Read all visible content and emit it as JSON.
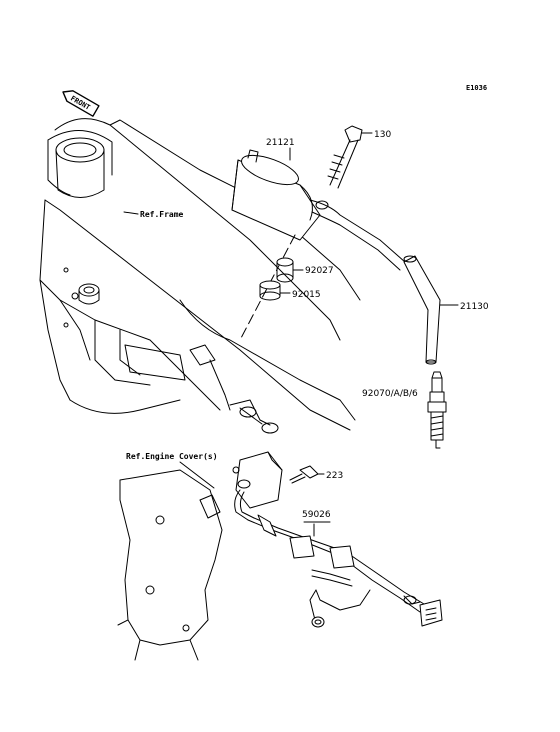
{
  "diagram_code": "E1036",
  "front_label": "FRONT",
  "refs": {
    "frame": "Ref.Frame",
    "engine_cover": "Ref.Engine Cover(s)"
  },
  "parts": {
    "p130": "130",
    "p21121": "21121",
    "p92027": "92027",
    "p92015": "92015",
    "p21130": "21130",
    "p92070": "92070/A/B/6",
    "p223": "223",
    "p59026": "59026"
  }
}
